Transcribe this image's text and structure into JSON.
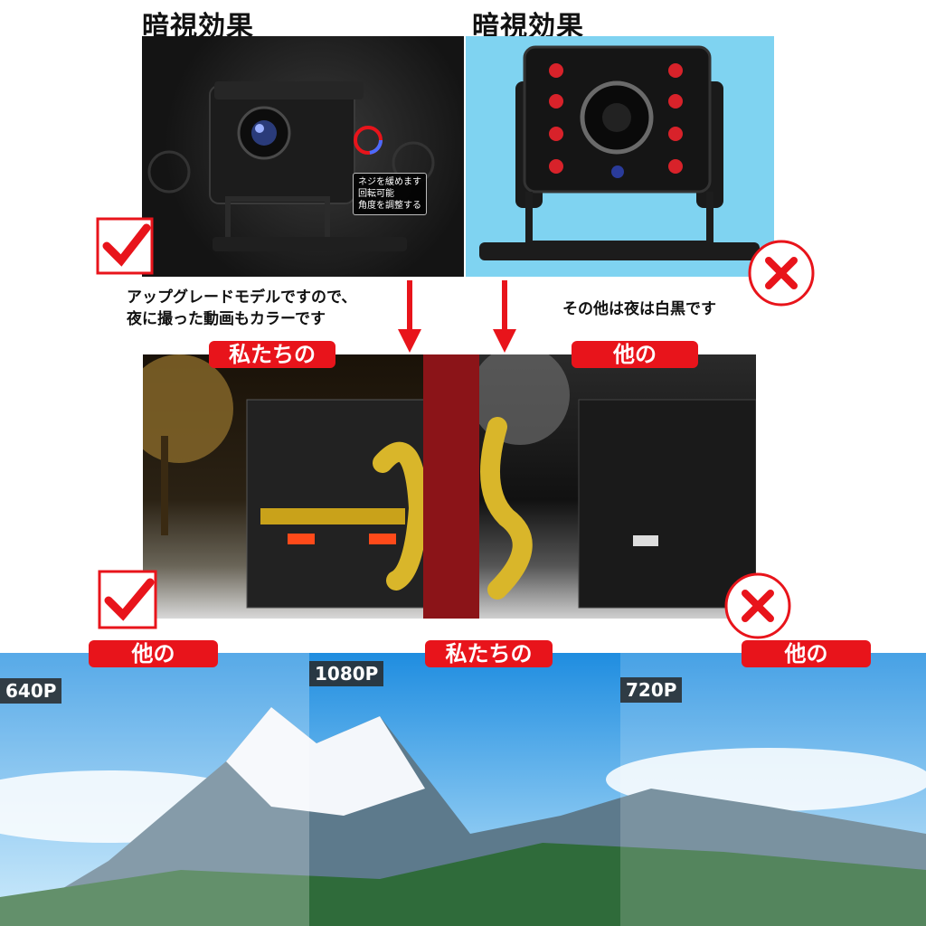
{
  "top_section": {
    "left_heading": "暗視効果",
    "right_heading": "暗視効果",
    "tooltip_lines": [
      "ネジを緩めます",
      "回転可能",
      "角度を調整する"
    ],
    "left_caption_lines": [
      "アップグレードモデルですので、",
      "夜に撮った動画もカラーです"
    ],
    "right_caption": "その他は夜は白黒です"
  },
  "middle_section": {
    "left_tag": "私たちの",
    "right_tag": "他の"
  },
  "bottom_section": {
    "left_tag": "他の",
    "center_tag": "私たちの",
    "right_tag": "他の",
    "left_resolution": "640P",
    "center_resolution": "1080P",
    "right_resolution": "720P"
  },
  "colors": {
    "accent_red": "#e8141b",
    "sky_blue": "#7fd3f1",
    "dark_panel": "#1a1a1a",
    "vs_bar": "#8b1418"
  }
}
